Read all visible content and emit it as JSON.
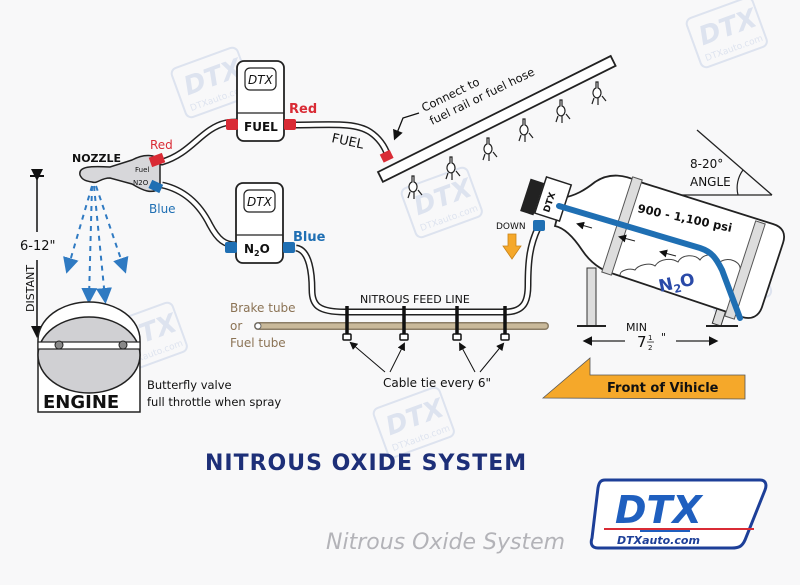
{
  "title": "NITROUS OXIDE SYSTEM",
  "subtitle": "Nitrous Oxide System",
  "logo": {
    "brand": "DTX",
    "url_text": "DTXauto.com"
  },
  "watermark": {
    "brand": "DTX",
    "url_text": "DTXauto.com"
  },
  "colors": {
    "red_fitting": "#d92b35",
    "blue_fitting": "#1f6fb3",
    "title_navy": "#1d2f78",
    "front_arrow": "#f5a82a",
    "down_arrow": "#f5a82a",
    "brake_tube": "#c9b99a",
    "spray": "#2f7ac2"
  },
  "nozzle": {
    "label": "NOZZLE",
    "port_fuel": "Fuel",
    "port_n2o": "N2O",
    "red_label": "Red",
    "blue_label": "Blue"
  },
  "solenoids": [
    {
      "brand": "DTX",
      "type": "FUEL",
      "outlet_label": "Red"
    },
    {
      "brand": "DTX",
      "type_main": "N",
      "type_sub": "2",
      "type_tail": "O",
      "outlet_label": "Blue"
    }
  ],
  "fuel_line_label": "FUEL",
  "fuel_rail_callout": {
    "line1": "Connect to",
    "line2": "fuel rail or fuel hose"
  },
  "distance": {
    "value": "6-12\"",
    "label": "DISTANT"
  },
  "engine": {
    "label": "ENGINE",
    "note_line1": "Butterfly  valve",
    "note_line2": "full throttle when spray"
  },
  "brake_tube": {
    "line1": "Brake tube",
    "line2": "or",
    "line3": "Fuel tube"
  },
  "feed_line_label": "NITROUS  FEED  LINE",
  "cable_tie_label": "Cable tie every 6\"",
  "bottle": {
    "brand": "DTX",
    "pressure": "900 - 1,100 psi",
    "gas_main": "N",
    "gas_sub": "2",
    "gas_tail": "O",
    "down_label": "DOWN"
  },
  "angle": {
    "value": "8-20°",
    "label": "ANGLE"
  },
  "min_spacing": {
    "label": "MIN",
    "value_whole": "7",
    "value_num": "1",
    "value_den": "2",
    "unit": "\""
  },
  "front_arrow_label": "Front of Vihicle"
}
